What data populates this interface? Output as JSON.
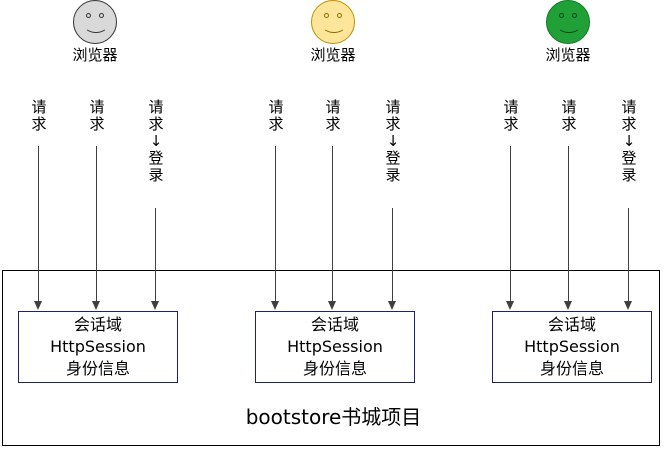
{
  "diagram": {
    "title": "bootstore书城项目",
    "colors": {
      "face_gray_fill": "#d9d9d9",
      "face_gray_stroke": "#333333",
      "face_yellow_fill": "#ffe599",
      "face_yellow_stroke": "#bf9000",
      "face_green_fill": "#21a038",
      "face_green_stroke": "#0b7a24",
      "session_border": "#1f1f6b",
      "container_border": "#000000",
      "arrow": "#3f3f3f"
    },
    "browsers": [
      {
        "label": "浏览器",
        "face_name": "smiley-face-gray",
        "fill": "#d9d9d9",
        "stroke": "#333333",
        "requests": [
          {
            "text": "请求",
            "arrow": "",
            "login": ""
          },
          {
            "text": "请求",
            "arrow": "",
            "login": ""
          },
          {
            "text": "请求",
            "arrow": "↓",
            "login": "登录"
          }
        ]
      },
      {
        "label": "浏览器",
        "face_name": "smiley-face-yellow",
        "fill": "#ffe599",
        "stroke": "#bf9000",
        "requests": [
          {
            "text": "请求",
            "arrow": "",
            "login": ""
          },
          {
            "text": "请求",
            "arrow": "",
            "login": ""
          },
          {
            "text": "请求",
            "arrow": "↓",
            "login": "登录"
          }
        ]
      },
      {
        "label": "浏览器",
        "face_name": "smiley-face-green",
        "fill": "#21a038",
        "stroke": "#0b7a24",
        "requests": [
          {
            "text": "请求",
            "arrow": "",
            "login": ""
          },
          {
            "text": "请求",
            "arrow": "",
            "login": ""
          },
          {
            "text": "请求",
            "arrow": "↓",
            "login": "登录"
          }
        ]
      }
    ],
    "sessions": [
      {
        "line1": "会话域",
        "line2": "HttpSession",
        "line3": "身份信息"
      },
      {
        "line1": "会话域",
        "line2": "HttpSession",
        "line3": "身份信息"
      },
      {
        "line1": "会话域",
        "line2": "HttpSession",
        "line3": "身份信息"
      }
    ]
  }
}
